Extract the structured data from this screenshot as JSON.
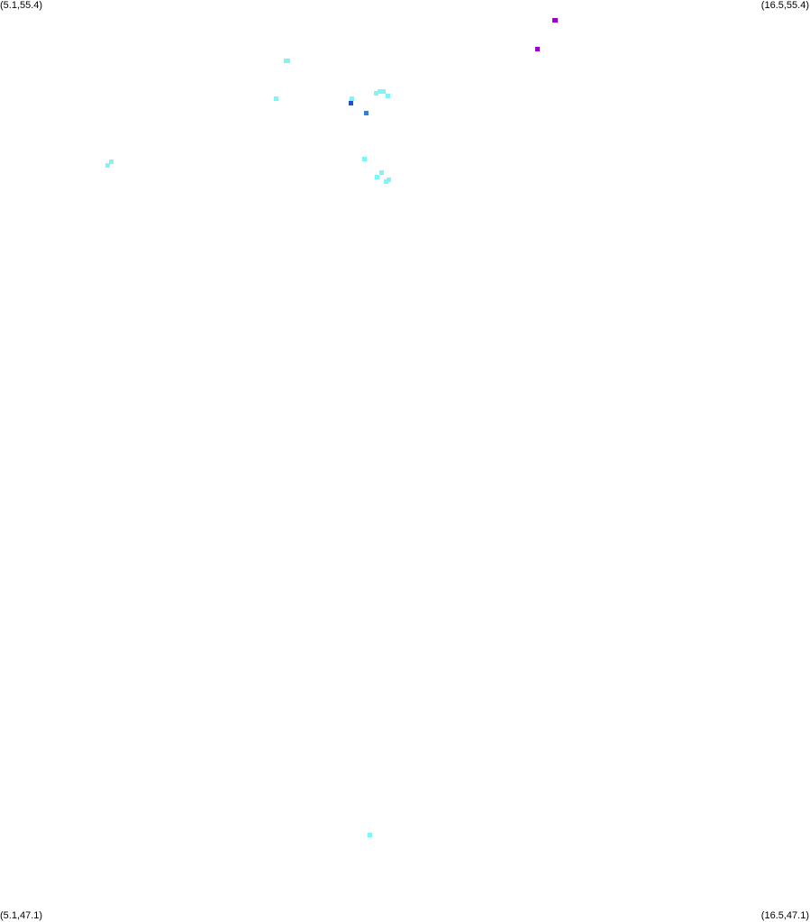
{
  "map": {
    "corners": {
      "top_left": "(5.1,55.4)",
      "top_right": "(16.5,55.4)",
      "bottom_left": "(5.1,47.1)",
      "bottom_right": "(16.5,47.1)"
    },
    "bounds": {
      "lon_min": 5.1,
      "lon_max": 16.5,
      "lat_min": 47.1,
      "lat_max": 55.4
    },
    "colors": {
      "background": "#ffffff",
      "cyan": "#7ff5f5",
      "blue": "#1a4fe0",
      "mid_blue": "#2f7fe0",
      "purple": "#9a00c8"
    },
    "points": [
      {
        "lon": 12.9,
        "lat": 55.22,
        "color": "purple"
      },
      {
        "lon": 12.92,
        "lat": 55.22,
        "color": "purple"
      },
      {
        "lon": 12.66,
        "lat": 54.96,
        "color": "purple"
      },
      {
        "lon": 9.12,
        "lat": 54.85,
        "color": "cyan"
      },
      {
        "lon": 9.15,
        "lat": 54.85,
        "color": "cyan"
      },
      {
        "lon": 8.99,
        "lat": 54.51,
        "color": "cyan"
      },
      {
        "lon": 10.05,
        "lat": 54.51,
        "color": "cyan"
      },
      {
        "lon": 10.4,
        "lat": 54.56,
        "color": "cyan"
      },
      {
        "lon": 10.45,
        "lat": 54.57,
        "color": "cyan"
      },
      {
        "lon": 10.49,
        "lat": 54.57,
        "color": "cyan"
      },
      {
        "lon": 10.56,
        "lat": 54.53,
        "color": "cyan"
      },
      {
        "lon": 10.04,
        "lat": 54.47,
        "color": "blue"
      },
      {
        "lon": 10.25,
        "lat": 54.38,
        "color": "mid_blue"
      },
      {
        "lon": 6.62,
        "lat": 53.91,
        "color": "cyan"
      },
      {
        "lon": 6.66,
        "lat": 53.94,
        "color": "cyan"
      },
      {
        "lon": 10.23,
        "lat": 53.96,
        "color": "cyan"
      },
      {
        "lon": 10.47,
        "lat": 53.84,
        "color": "cyan"
      },
      {
        "lon": 10.41,
        "lat": 53.8,
        "color": "cyan"
      },
      {
        "lon": 10.54,
        "lat": 53.76,
        "color": "cyan"
      },
      {
        "lon": 10.57,
        "lat": 53.78,
        "color": "cyan"
      },
      {
        "lon": 10.3,
        "lat": 47.86,
        "color": "cyan"
      }
    ]
  }
}
